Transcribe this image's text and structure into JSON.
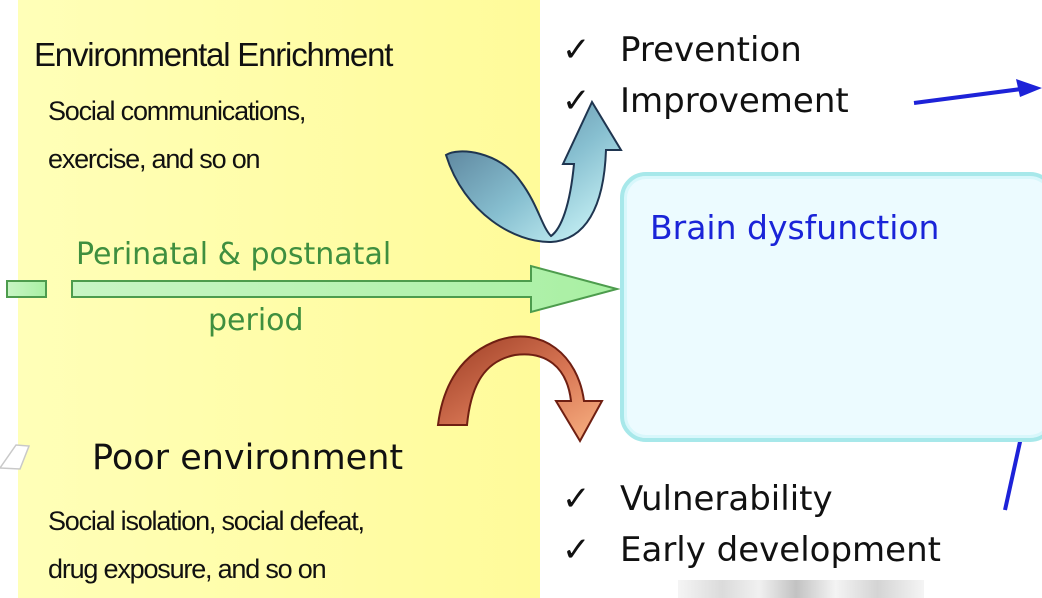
{
  "left_panel": {
    "environmental_enrichment": {
      "title": "Environmental Enrichment",
      "line1": "Social communications,",
      "line2": "exercise, and so on"
    },
    "perinatal": {
      "line1": "Perinatal & postnatal",
      "line2": "period"
    },
    "poor_environment": {
      "title": "Poor environment",
      "line1": "Social isolation, social defeat,",
      "line2": "drug exposure, and so on"
    }
  },
  "outcomes": {
    "positive": {
      "item1": "Prevention",
      "item2": "Improvement"
    },
    "negative": {
      "item1": "Vulnerability",
      "item2": "Early development"
    },
    "check_mark": "✓"
  },
  "center_box": {
    "label": "Brain dysfunction"
  },
  "colors": {
    "panel_fill": "#fffb9a",
    "green_text": "#3f8f3f",
    "blue_text": "#1a24d8",
    "line_blue": "#1d22d8",
    "box_border": "#a7e8ea",
    "box_fill": "#ecfbff"
  }
}
